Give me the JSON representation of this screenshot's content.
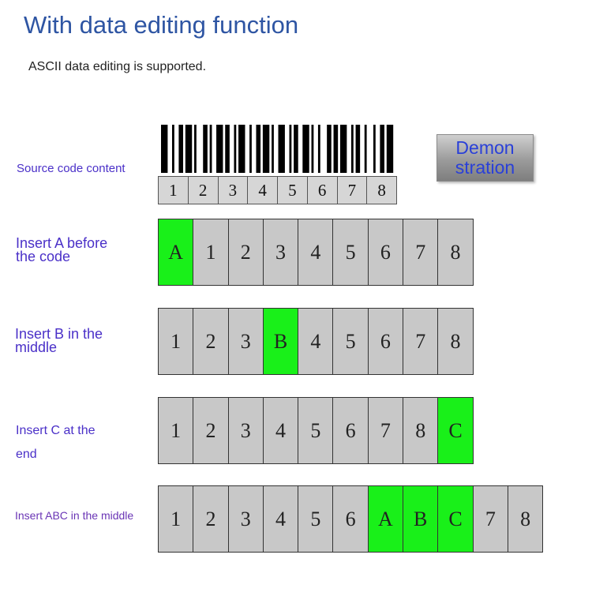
{
  "title": "With data editing function",
  "subtitle": "ASCII data editing is supported.",
  "source": {
    "label": "Source code content",
    "digits": [
      "1",
      "2",
      "3",
      "4",
      "5",
      "6",
      "7",
      "8"
    ]
  },
  "demo_button": {
    "line1": "Demon",
    "line2": "stration"
  },
  "examples": [
    {
      "label_line1": "Insert A before",
      "label_line2": "the code",
      "cells": [
        "A",
        "1",
        "2",
        "3",
        "4",
        "5",
        "6",
        "7",
        "8"
      ],
      "highlight": [
        0
      ]
    },
    {
      "label_line1": "Insert B in the",
      "label_line2": "middle",
      "cells": [
        "1",
        "2",
        "3",
        "B",
        "4",
        "5",
        "6",
        "7",
        "8"
      ],
      "highlight": [
        3
      ]
    },
    {
      "label_line1": "Insert C at the",
      "label_line2": "end",
      "cells": [
        "1",
        "2",
        "3",
        "4",
        "5",
        "6",
        "7",
        "8",
        "C"
      ],
      "highlight": [
        8
      ]
    },
    {
      "label_line1": "Insert ABC in the middle",
      "label_line2": "",
      "cells": [
        "1",
        "2",
        "3",
        "4",
        "5",
        "6",
        "A",
        "B",
        "C",
        "7",
        "8"
      ],
      "highlight": [
        6,
        7,
        8
      ]
    }
  ],
  "colors": {
    "highlight": "#19f019",
    "cell": "#c8c8c8",
    "title": "#2e55a3",
    "label": "#4a30c8"
  }
}
